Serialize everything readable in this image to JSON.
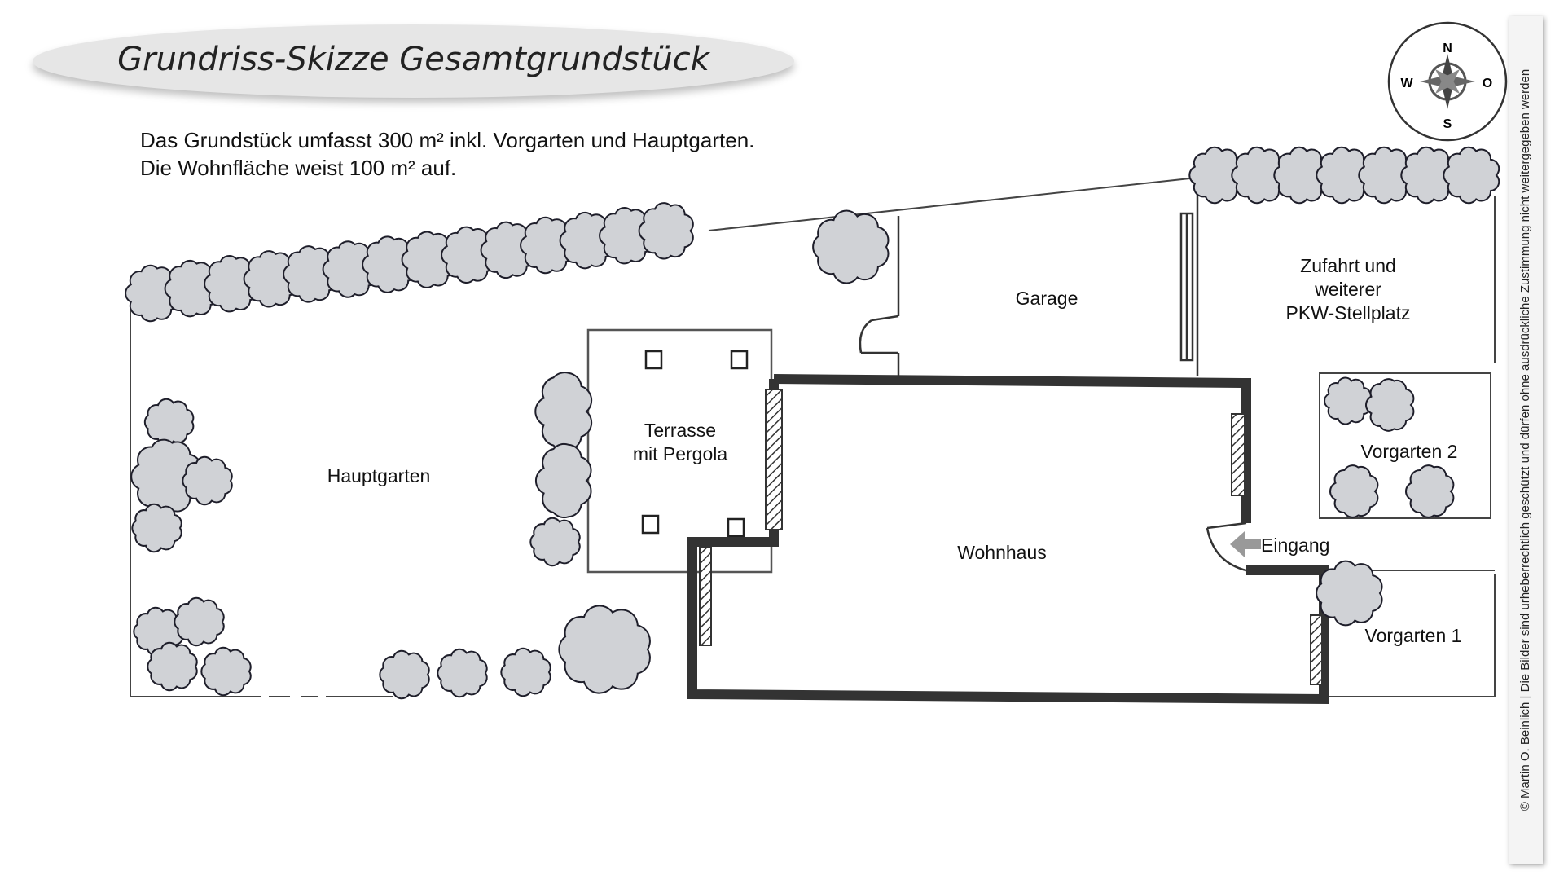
{
  "title": "Grundriss-Skizze Gesamtgrundstück",
  "description": {
    "line1": "Das Grundstück umfasst 300 m² inkl. Vorgarten und Hauptgarten.",
    "line2": "Die Wohnfläche weist 100 m² auf."
  },
  "compass": {
    "north": "N",
    "west": "W",
    "east": "O",
    "south": "S"
  },
  "areas": {
    "garage": "Garage",
    "zufahrt_line1": "Zufahrt und",
    "zufahrt_line2": "weiterer",
    "zufahrt_line3": "PKW-Stellplatz",
    "terrasse_line1": "Terrasse",
    "terrasse_line2": "mit Pergola",
    "hauptgarten": "Hauptgarten",
    "wohnhaus": "Wohnhaus",
    "vorgarten2": "Vorgarten 2",
    "vorgarten1": "Vorgarten 1",
    "eingang": "Eingang"
  },
  "copyright": "© Martin O. Beinlich | Die Bilder sind urheberrechtlich geschützt und dürfen ohne ausdrückliche Zustimmung nicht weitergegeben werden",
  "colors": {
    "bush_fill": "#d0d2d6",
    "wall": "#333333",
    "line": "#444444"
  }
}
